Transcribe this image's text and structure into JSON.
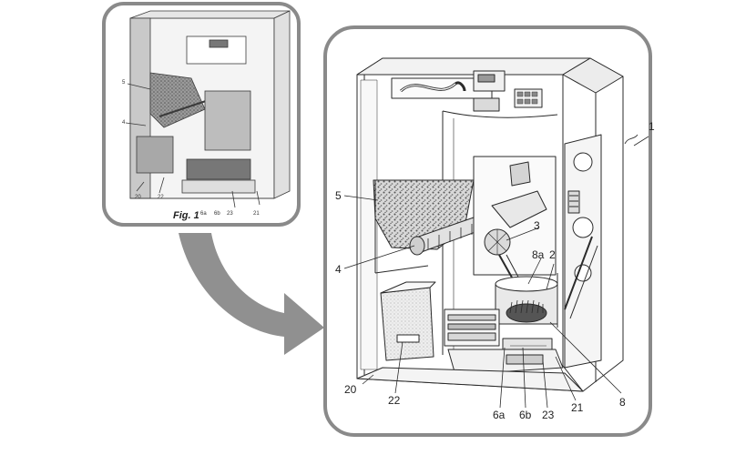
{
  "thumbnail": {
    "caption": "Fig. 1"
  },
  "callouts": {
    "l1": "1",
    "l2": "2",
    "l3": "3",
    "l4": "4",
    "l5": "5",
    "l6a": "6a",
    "l6b": "6b",
    "l8": "8",
    "l8a": "8a",
    "l20": "20",
    "l21": "21",
    "l22": "22",
    "l23": "23"
  },
  "colors": {
    "frame": "#8a8a8a",
    "arrow": "#909090",
    "line": "#2a2a2a"
  }
}
